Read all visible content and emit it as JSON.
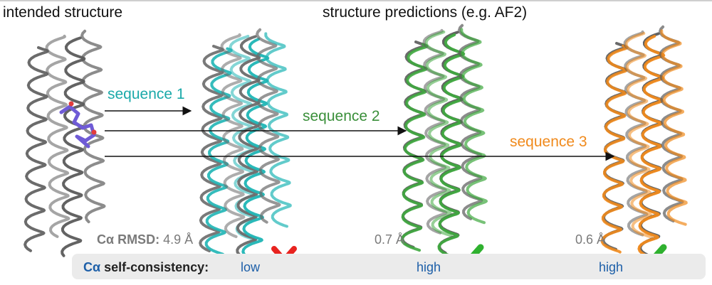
{
  "headings": {
    "left": "intended structure",
    "center": "structure predictions (e.g. AF2)"
  },
  "sequences": [
    {
      "label": "sequence 1",
      "color": "#1aa9a9"
    },
    {
      "label": "sequence 2",
      "color": "#3a8f3a"
    },
    {
      "label": "sequence 3",
      "color": "#f08a1c"
    }
  ],
  "rmsd": {
    "label": "Cα RMSD:",
    "values": [
      "4.9 Å",
      "0.7 Å",
      "0.6 Å"
    ]
  },
  "self_consistency": {
    "label_prefix": "Cα",
    "label_suffix": " self-consistency:",
    "levels": [
      {
        "text": "low",
        "mark": "cross-icon",
        "mark_color": "#e8231f"
      },
      {
        "text": "high",
        "mark": "check-icon",
        "mark_color": "#2fb12f"
      },
      {
        "text": "high",
        "mark": "check-icon",
        "mark_color": "#2fb12f"
      }
    ]
  },
  "colors": {
    "intended": "#555555",
    "ligand": "#6f5bd6",
    "arrow": "#111111",
    "metric_blue": "#1d5fa8"
  }
}
